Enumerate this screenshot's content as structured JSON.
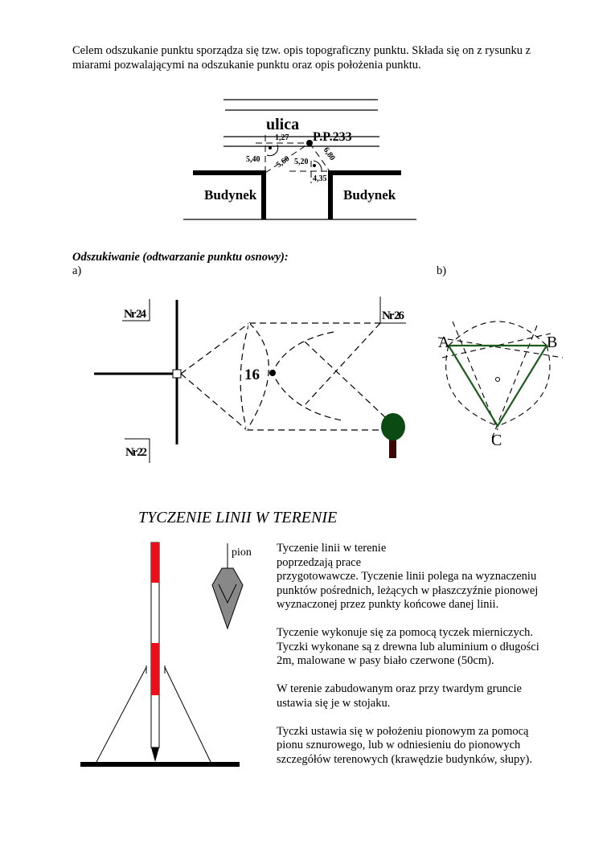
{
  "intro": {
    "line1": "Celem odszukanie punktu sporządza się tzw. opis topograficzny punktu. Składa się on z rysunku z",
    "line2": "miarami pozwalającymi na odszukanie punktu oraz opis położenia punktu."
  },
  "fig1": {
    "street": "ulica",
    "point": "P.P.233",
    "building": "Budynek",
    "measures": [
      "1,27",
      "5,40",
      "5,60",
      "5,20",
      "6,80",
      "4,35"
    ]
  },
  "section": {
    "heading": "Odszukiwanie (odtwarzanie punktu osnowy):",
    "label_a": "a)",
    "label_b": "b)"
  },
  "fig_a": {
    "nr24": "Nr 24",
    "nr26": "Nr 26",
    "nr22": "Nr 22",
    "point": "16"
  },
  "fig_b": {
    "A": "A",
    "B": "B",
    "C": "C"
  },
  "tyczenie": {
    "title": "TYCZENIE LINII W TERENIE",
    "pion": "pion",
    "p1": [
      "Tyczenie linii w terenie",
      "poprzedzają prace",
      "przygotowawcze. Tyczenie linii polega na wyznaczeniu",
      "punktów pośrednich, leżących w płaszczyźnie pionowej",
      "wyznaczonej przez punkty końcowe danej linii."
    ],
    "p2": [
      "Tyczenie wykonuje się za pomocą tyczek mierniczych.",
      "Tyczki wykonane są z drewna lub aluminium o długości",
      "2m, malowane w pasy biało czerwone (50cm)."
    ],
    "p3": [
      "W terenie zabudowanym oraz przy twardym gruncie",
      "ustawia się je w stojaku."
    ],
    "p4": [
      "Tyczki ustawia się w położeniu pionowym za pomocą",
      "pionu sznurowego, lub w odniesieniu do pionowych",
      "szczegółów terenowych (krawędzie budynków, słupy)."
    ]
  },
  "colors": {
    "pole_red": "#e8101a",
    "tree": "#0b4a12",
    "trunk": "#3a0608",
    "triangle": "#1e5c1e"
  }
}
